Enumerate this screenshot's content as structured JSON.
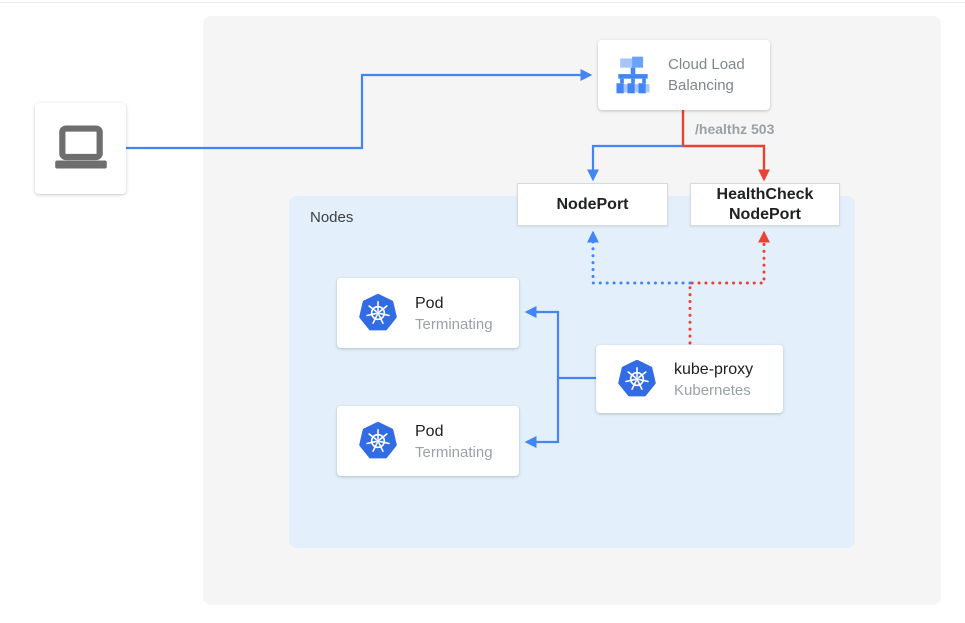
{
  "colors": {
    "traffic_blue": "#4285f4",
    "healthcheck_red": "#ea4335",
    "stage_background": "#f5f5f6",
    "nodes_panel_background": "#e3f0fc",
    "kubernetes_blue": "#326ce5",
    "label_dark": "#202124",
    "label_gray": "#9aa0a6"
  },
  "client": {
    "icon": "laptop-icon"
  },
  "cloud_load_balancing": {
    "label": "Cloud Load Balancing",
    "icon": "load-balancer-icon"
  },
  "healthz": {
    "label": "/healthz 503"
  },
  "node_port": {
    "label": "NodePort"
  },
  "health_check_node_port": {
    "label": "HealthCheck NodePort"
  },
  "nodes_panel": {
    "label": "Nodes"
  },
  "pods": [
    {
      "title": "Pod",
      "status": "Terminating",
      "icon": "kubernetes-icon"
    },
    {
      "title": "Pod",
      "status": "Terminating",
      "icon": "kubernetes-icon"
    }
  ],
  "kube_proxy": {
    "title": "kube-proxy",
    "subtitle": "Kubernetes",
    "icon": "kubernetes-icon"
  }
}
